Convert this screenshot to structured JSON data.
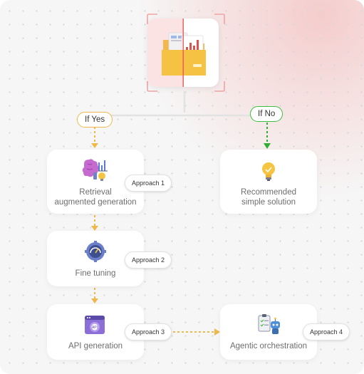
{
  "decision": {
    "yes_label": "If Yes",
    "no_label": "If No"
  },
  "nodes": {
    "rag": {
      "label": "Retrieval\naugmented generation",
      "icon": "brain-chart-bulb-icon",
      "badge": "Approach 1"
    },
    "simple": {
      "label": "Recommended\nsimple solution",
      "icon": "lightbulb-icon",
      "badge": ""
    },
    "finetune": {
      "label": "Fine tuning",
      "icon": "gauge-gear-icon",
      "badge": "Approach 2"
    },
    "api": {
      "label": "API generation",
      "icon": "api-gear-window-icon",
      "badge": "Approach 3"
    },
    "agentic": {
      "label": "Agentic orchestration",
      "icon": "robot-checklist-icon",
      "badge": "Approach 4"
    }
  },
  "hero": {
    "icon": "folder-documents-chart-icon"
  },
  "colors": {
    "yes_accent": "#efb84a",
    "no_accent": "#3fbf3f",
    "frame_accent": "#f0a3a3",
    "divider": "#e85757"
  }
}
